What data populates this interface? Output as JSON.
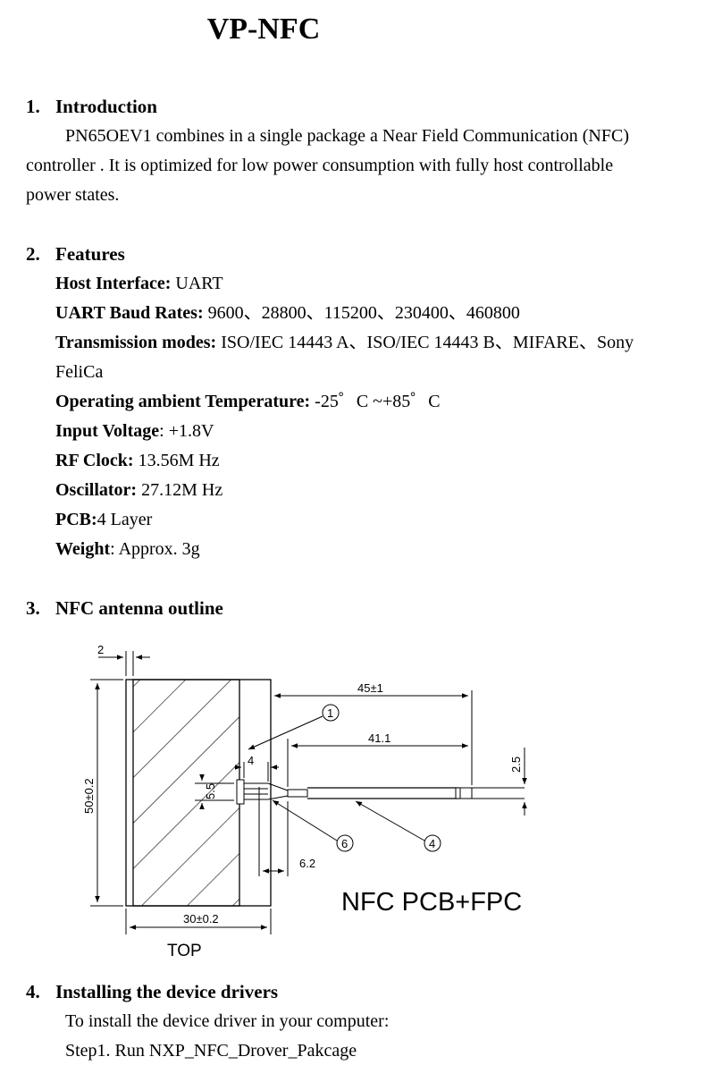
{
  "title": "VP-NFC",
  "sections": {
    "intro": {
      "number": "1.",
      "heading": "Introduction",
      "line1": "PN65OEV1 combines in a single package a Near Field Communication (NFC)",
      "line2": "controller . It is optimized for low power consumption with fully host controllable",
      "line3": "power states."
    },
    "features": {
      "number": "2.",
      "heading": "Features",
      "items": [
        {
          "label": "Host Interface:",
          "value": " UART"
        },
        {
          "label": "UART Baud Rates:",
          "value": " 9600、28800、115200、230400、460800"
        },
        {
          "label": "Transmission modes:",
          "value": " ISO/IEC 14443 A、ISO/IEC 14443 B、MIFARE、Sony"
        },
        {
          "label": "",
          "value": "FeliCa"
        },
        {
          "label": "Operating ambient Temperature:",
          "value": " -25゜C ~+85゜C"
        },
        {
          "label": "Input Voltage",
          "value": ": +1.8V"
        },
        {
          "label": "RF Clock:",
          "value": " 13.56M Hz"
        },
        {
          "label": "Oscillator:",
          "value": " 27.12M Hz"
        },
        {
          "label": "PCB:",
          "value": "4 Layer"
        },
        {
          "label": "Weight",
          "value": ": Approx. 3g"
        }
      ]
    },
    "antenna": {
      "number": "3.",
      "heading": "NFC antenna outline",
      "drawing": {
        "dim_2": "2",
        "dim_50": "50±0.2",
        "dim_30": "30±0.2",
        "dim_45": "45±1",
        "dim_41": "41.1",
        "dim_25": "2.5",
        "dim_4": "4",
        "dim_55": "5.5",
        "dim_62": "6.2",
        "callout_1": "1",
        "callout_6": "6",
        "callout_4": "4",
        "caption": "NFC PCB+FPC",
        "view_label": "TOP"
      }
    },
    "drivers": {
      "number": "4.",
      "heading": "Installing the device drivers",
      "line1": "To install the device driver in your computer:",
      "line2": "Step1. Run NXP_NFC_Drover_Pakcage"
    }
  }
}
